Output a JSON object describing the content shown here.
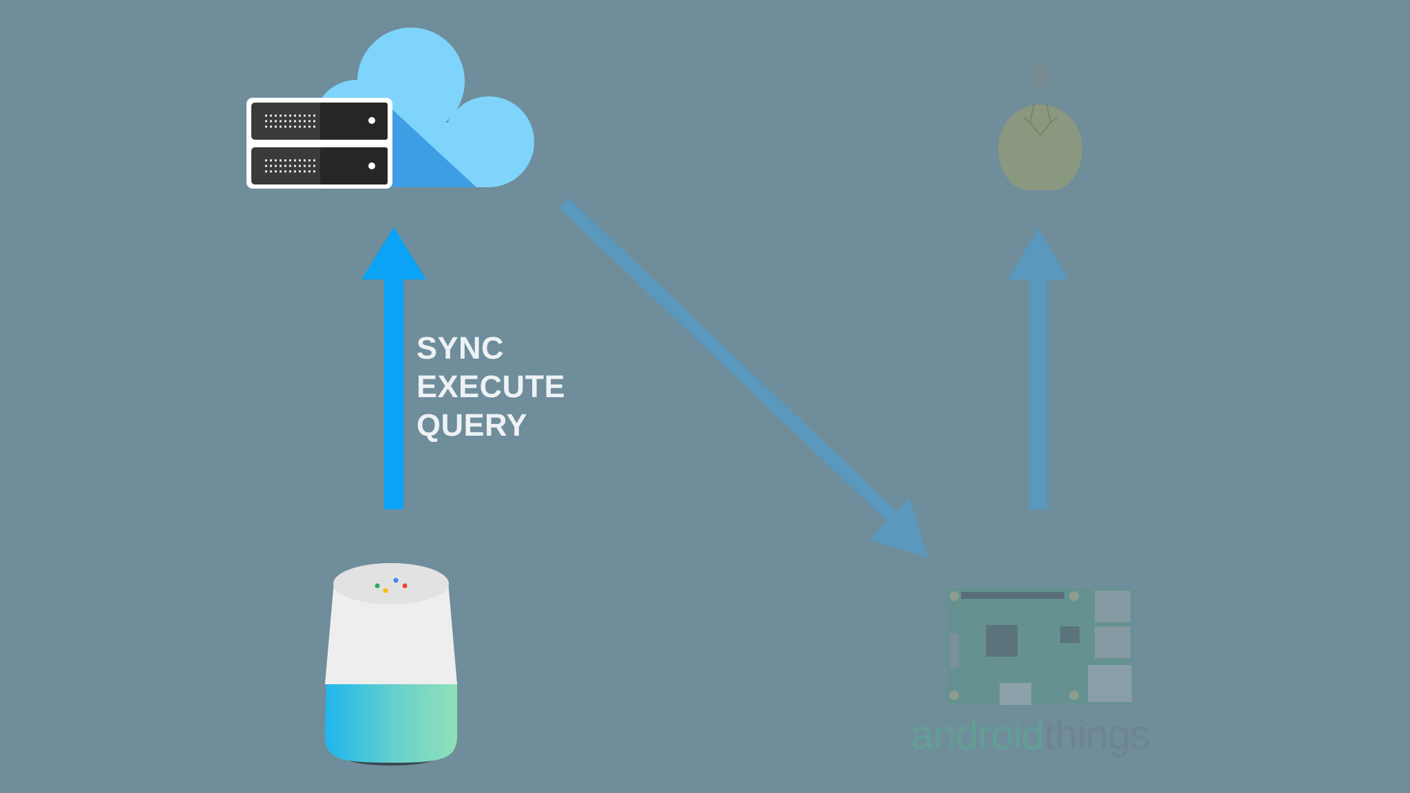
{
  "colors": {
    "background": "#6f8d9b",
    "active_arrow": "#0aa3f5",
    "dim_arrow": "#5a98bd",
    "label_text": "#eef2f5",
    "cloud_light": "#7fd4fb",
    "cloud_dark": "#3e9ee4",
    "server_body": "#3a3a3a",
    "bulb": "#8f9a7a"
  },
  "nodes": {
    "cloud_server": {
      "icon": "cloud-server-icon"
    },
    "light_bulb": {
      "icon": "light-bulb-icon",
      "dimmed": true
    },
    "google_home": {
      "icon": "google-home-speaker-icon"
    },
    "raspberry_pi": {
      "icon": "raspberry-pi-board-icon",
      "dimmed": true
    }
  },
  "arrows": {
    "home_to_cloud": {
      "active": true
    },
    "cloud_to_device": {
      "active": false
    },
    "device_to_bulb": {
      "active": false
    }
  },
  "intents_label": [
    "SYNC",
    "EXECUTE",
    "QUERY"
  ],
  "brand": {
    "part1": "android",
    "part2": "things"
  }
}
